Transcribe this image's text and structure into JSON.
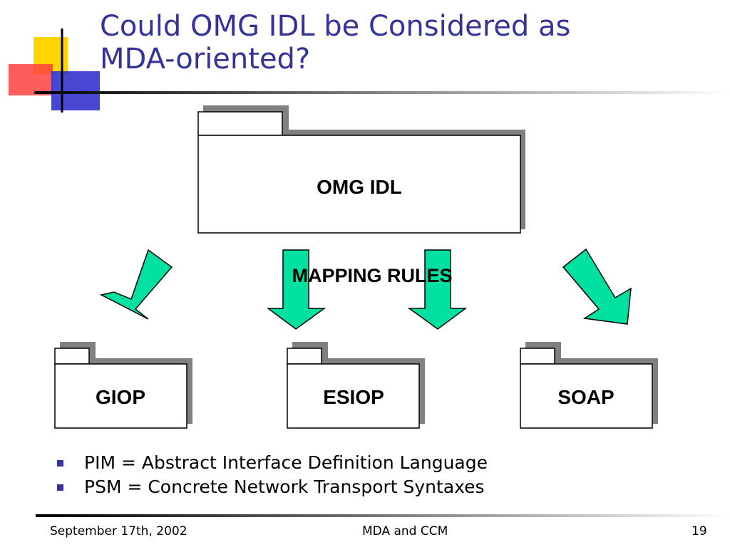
{
  "slide": {
    "title_line1": "Could OMG IDL be Considered as",
    "title_line2": "MDA-oriented?"
  },
  "diagram": {
    "top_package": "OMG IDL",
    "mapping_label": "MAPPING RULES",
    "packages": [
      "GIOP",
      "ESIOP",
      "SOAP"
    ],
    "arrow_color": "#00e0a0"
  },
  "bullets": [
    "PIM = Abstract Interface Definition Language",
    "PSM = Concrete Network Transport Syntaxes"
  ],
  "footer": {
    "date": "September 17th, 2002",
    "center": "MDA and CCM",
    "page": "19"
  },
  "colors": {
    "title": "#333399",
    "bullet": "#333399"
  }
}
